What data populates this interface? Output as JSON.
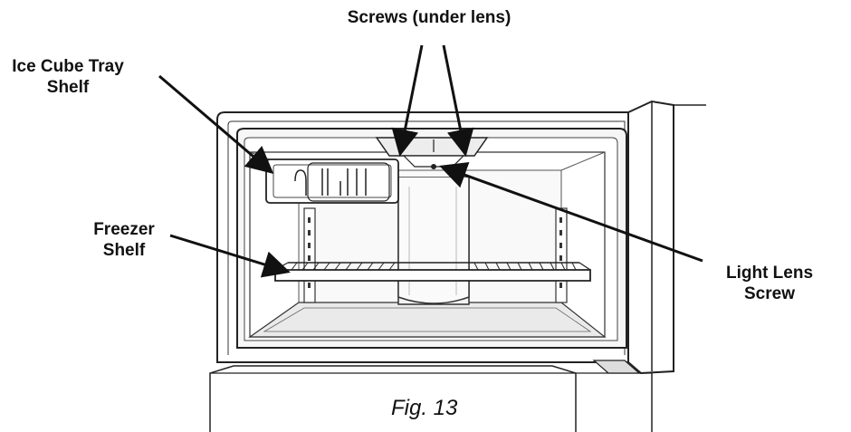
{
  "labels": {
    "screws": "Screws (under lens)",
    "ice_tray_line1": "Ice Cube Tray",
    "ice_tray_line2": "Shelf",
    "freezer_line1": "Freezer",
    "freezer_line2": "Shelf",
    "lens_screw_line1": "Light Lens",
    "lens_screw_line2": "Screw"
  },
  "caption": "Fig. 13"
}
